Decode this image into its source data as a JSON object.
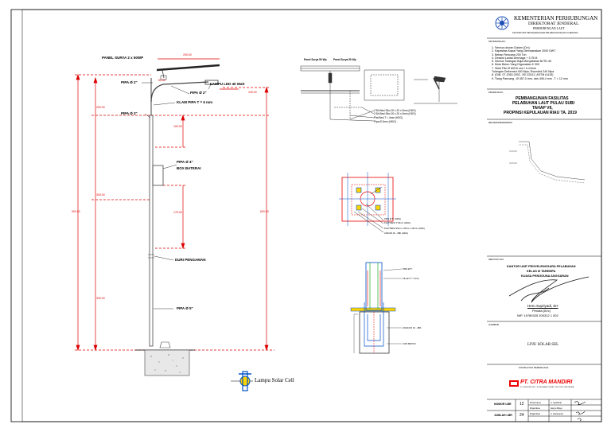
{
  "drawing": {
    "solar_panel_label": "PANEL SURYA 2 x 50WP",
    "pipe_2_top": "PIPA Ø 2\"",
    "led_lamp": "LAMPU LED 40 Watt",
    "pipe_2_arm": "PIPA Ø 2\"",
    "clamp": "KLAM PIPA T = 6 mm",
    "pipe_3": "PIPA Ø 3\"",
    "pipe_4": "PIPA Ø 4\"",
    "battery_box": "BOX BATERAI",
    "spikes": "DURI PENGAMAN",
    "pipe_5": "PIPA Ø 5\"",
    "dim_top": "200.00",
    "dim_arm": "50.00",
    "dim_arm_right": "100.00",
    "dim_left_1": "200.00",
    "dim_left_2": "300.00",
    "dim_left_3": "300.00",
    "dim_total_left": "900.00",
    "dim_total_right": "600.00",
    "dim_inner_1": "100.00",
    "dim_inner_2": "175.00",
    "legend_title": "Lampu Solar Cell"
  },
  "detail_top": {
    "panel_left": "Panel Surya 50 Wp",
    "panel_right": "Panel Surya 50 Wp",
    "note_1": "2 Bh Besi Siku 20 x 20 x 3mm (HDG)",
    "note_2": "2 Bh Besi Siku 20 x 20 x 3mm (HDG)",
    "note_3": "Plat Besi T = 4mm (HDG)",
    "note_4": "Pipa Ø 2mm (HDG)"
  },
  "detail_base": {
    "n1": "PIPA Ø 5\" (HDG)",
    "n2": "PLAT BESI T=6mm (HDG)",
    "n3": "PLAT BESI 25cm x 25cm x 10mm (HDG)",
    "n4": "ANKUR 16 - 4Bh (HDG)"
  },
  "detail_foundation": {
    "n1": "PIPA Ø 5\"",
    "n2": "FILLET T = 6mm",
    "n3": "ANGKUR 16 - 4Bh",
    "n4": "COR BETON"
  },
  "title_block": {
    "ministry": "KEMENTERIAN PERHUBUNGAN",
    "directorate": "DIREKTORAT JENDERAL",
    "sub": "PERHUBUNGAN LAUT",
    "office": "KANTOR UNIT PENYELENGGARA PELABUHAN KELAS III LEIDONIA",
    "notes_title": "KETERANGAN :",
    "notes": [
      "1. Semua ukuran Dalam (Cm)",
      "2. Kapasitas Kapal Yang Direncanakan 2000 DWT",
      "3. Beban Rencana 200 Ton",
      "4. Dessist Lantai Dermaga + 3,75 M",
      "5. Semua Tulangan Baja Menyatakan BJTD 40",
      "6. Mutu Beton Yang Digunakan K 300",
      "7. Steel Pile Ø 609.6 mm / t=12mm",
      "   Tulangan Deformed 400 Mpa, Rounded 240 Mpa",
      "8. (DIN. 07-2052-2002, JIS G3112, ASTM A 615)",
      "9. Tiang Pancang : Ø 457,0 mm, dan 406,4 mm , T = 12 mm"
    ],
    "project_label": "PEKERJAAN :",
    "project_1": "PEMBANGUNAN FASILITAS",
    "project_2": "PELABUHAN LAUT PULAU SUBI",
    "project_3": "TAHAP VII,",
    "project_4": "PROPINSI KEPULAUAN RIAU TA. 2019",
    "review_label": "REVIEW/REFERENSI",
    "approve_label": "MENYETUJUI",
    "office_2": "KANTOR UNIT PENYELENGGARA PELABUHAN",
    "office_3": "KELAS III TAREMPA",
    "office_4": "KUASA PENGGUNA ANGGARAN",
    "signer": "Heru Supriyadi, SH",
    "signer_rank": "Penata (III/c)",
    "signer_nip": "NIP. 19780325 200312 1 002",
    "drawing_label": "GAMBAR",
    "drawing_name": "LPJU SOLAR SEL",
    "consultant_label": "KONSULTAN PERENCANA",
    "consultant_name": "PT. CITRA MANDIRI",
    "consultant_sub": "JL. INDUSTRI KM. 7 KOTA LAMA, PHONE: 0752.21311 INDONESIA",
    "no_label": "NOMOR LBR",
    "no_value": "12",
    "count_label": "JUMLAH LBR",
    "count_value": "24",
    "drawn": "Direncana",
    "drawn_by": "Ir. Syafrizal",
    "checked": "Diperiksa",
    "checked_by": "Haryo Bayu",
    "approved": "Digambar",
    "approved_by": "Ir. Hardyanto"
  }
}
